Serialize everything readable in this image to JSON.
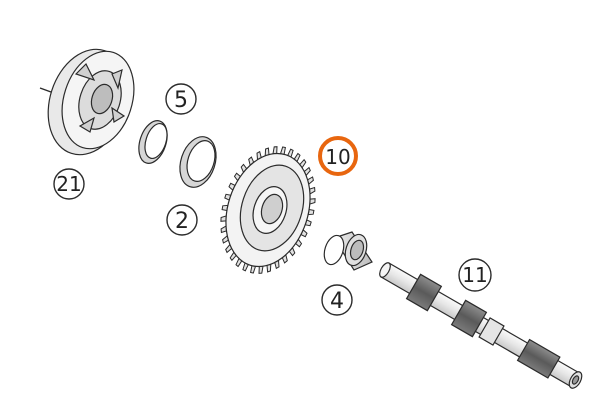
{
  "parts": [
    {
      "id": "21",
      "label": "21",
      "highlighted": false
    },
    {
      "id": "5",
      "label": "5",
      "highlighted": false
    },
    {
      "id": "2",
      "label": "2",
      "highlighted": false
    },
    {
      "id": "10",
      "label": "10",
      "highlighted": true
    },
    {
      "id": "4",
      "label": "4",
      "highlighted": false
    },
    {
      "id": "11",
      "label": "11",
      "highlighted": false
    }
  ],
  "colors": {
    "line": "#2b2b2b",
    "fill_light": "#efefef",
    "fill_mid": "#d6d6d6",
    "highlight": "#e8660f"
  }
}
